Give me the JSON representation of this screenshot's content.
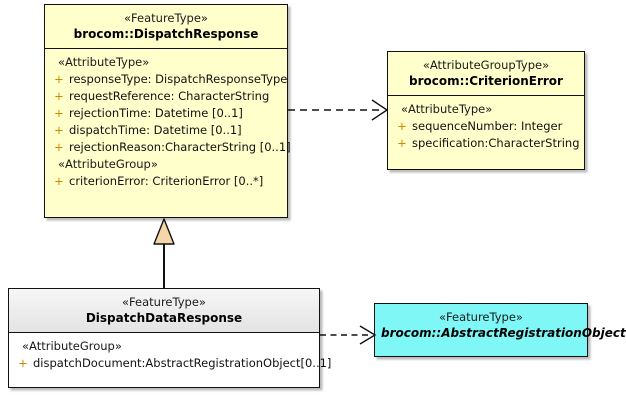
{
  "diagram": {
    "type": "uml-class-diagram",
    "background": "#ffffff",
    "palette": {
      "feature_type_fill": "#ffffcc",
      "attribute_group_type_fill": "#ffffcc",
      "abstract_feature_fill": "#7ff7f7",
      "plain_class_header_fill": "#ebebeb",
      "plain_class_body_fill": "#ffffff",
      "generalization_triangle_fill": "#f5d6a8",
      "border": "#111111",
      "visibility_marker": "#cc8800"
    }
  },
  "classes": {
    "dispatch_response": {
      "stereotype": "«FeatureType»",
      "name": "brocom::DispatchResponse",
      "groups": [
        {
          "label": "«AttributeType»",
          "attributes": [
            {
              "visibility": "+",
              "text": "responseType: DispatchResponseType"
            },
            {
              "visibility": "+",
              "text": "requestReference: CharacterString"
            },
            {
              "visibility": "+",
              "text": "rejectionTime: Datetime [0..1]"
            },
            {
              "visibility": "+",
              "text": "dispatchTime: Datetime [0..1]"
            },
            {
              "visibility": "+",
              "text": "rejectionReason:CharacterString [0..1]"
            }
          ]
        },
        {
          "label": "«AttributeGroup»",
          "attributes": [
            {
              "visibility": "+",
              "text": "criterionError: CriterionError [0..*]"
            }
          ]
        }
      ]
    },
    "criterion_error": {
      "stereotype": "«AttributeGroupType»",
      "name": "brocom::CriterionError",
      "groups": [
        {
          "label": "«AttributeType»",
          "attributes": [
            {
              "visibility": "+",
              "text": "sequenceNumber: Integer"
            },
            {
              "visibility": "+",
              "text": "specification:CharacterString"
            }
          ]
        }
      ]
    },
    "dispatch_data_response": {
      "stereotype": "«FeatureType»",
      "name": "DispatchDataResponse",
      "groups": [
        {
          "label": "«AttributeGroup»",
          "attributes": [
            {
              "visibility": "+",
              "text": "dispatchDocument:AbstractRegistrationObject[0..1]"
            }
          ]
        }
      ]
    },
    "abstract_registration_object": {
      "stereotype": "«FeatureType»",
      "name": "brocom::AbstractRegistrationObject",
      "name_style": "italic"
    }
  },
  "relationships": [
    {
      "id": "dep-dispatch-response-to-criterion-error",
      "kind": "dependency",
      "line": "dashed",
      "arrowhead": "open",
      "source": "brocom::DispatchResponse",
      "target": "brocom::CriterionError"
    },
    {
      "id": "gen-dispatch-data-response-to-dispatch-response",
      "kind": "generalization",
      "line": "solid",
      "arrowhead": "hollow-triangle",
      "source": "DispatchDataResponse",
      "target": "brocom::DispatchResponse"
    },
    {
      "id": "dep-dispatch-data-response-to-abstract-registration-object",
      "kind": "dependency",
      "line": "dashed",
      "arrowhead": "open",
      "source": "DispatchDataResponse",
      "target": "brocom::AbstractRegistrationObject"
    }
  ]
}
